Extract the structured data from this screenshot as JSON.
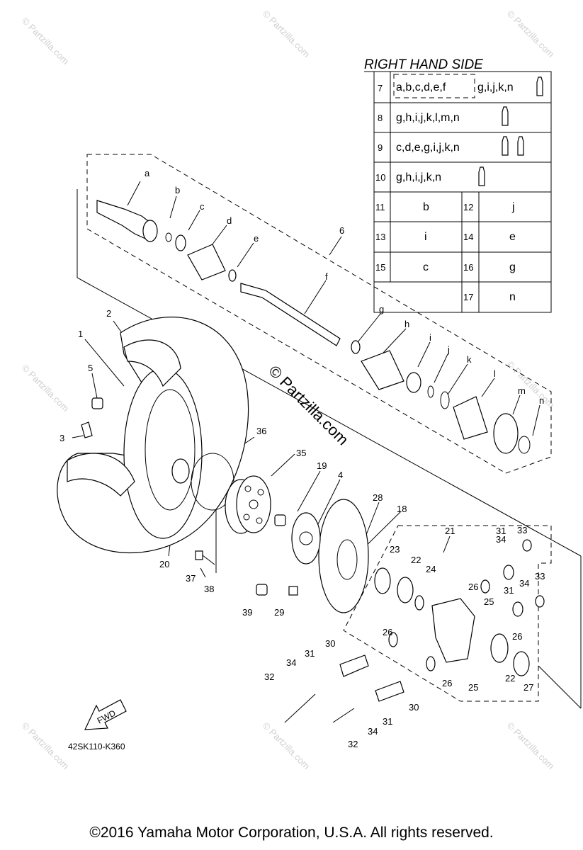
{
  "table": {
    "title": "RIGHT HAND SIDE",
    "rows": [
      {
        "num": "7",
        "text": "a,b,c,d,e,f",
        "text2": "g,i,j,k,n"
      },
      {
        "num": "8",
        "text": "g,h,i,j,k,l,m,n"
      },
      {
        "num": "9",
        "text": "c,d,e,g,i,j,k,n"
      },
      {
        "num": "10",
        "text": "g,h,i,j,k,n"
      },
      {
        "num": "11",
        "text": "b",
        "num2": "12",
        "text2": "j"
      },
      {
        "num": "13",
        "text": "i",
        "num2": "14",
        "text2": "e"
      },
      {
        "num": "15",
        "text": "c",
        "num2": "16",
        "text2": "g"
      },
      {
        "num2": "17",
        "text2": "n"
      }
    ]
  },
  "callouts": {
    "letters": [
      "a",
      "b",
      "c",
      "d",
      "e",
      "f",
      "g",
      "h",
      "i",
      "j",
      "k",
      "l",
      "m",
      "n"
    ],
    "numbers": [
      "1",
      "2",
      "3",
      "4",
      "5",
      "6",
      "18",
      "19",
      "20",
      "21",
      "22",
      "22",
      "23",
      "24",
      "25",
      "25",
      "26",
      "26",
      "26",
      "26",
      "27",
      "28",
      "29",
      "30",
      "30",
      "31",
      "31",
      "31",
      "31",
      "32",
      "32",
      "33",
      "33",
      "34",
      "34",
      "34",
      "34",
      "35",
      "36",
      "37",
      "38",
      "39"
    ]
  },
  "fwd_label": "FWD",
  "diagram_code": "42SK110-K360",
  "watermark": "© Partzilla.com",
  "copyright": "©2016  Yamaha Motor Corporation, U.S.A. All rights reserved."
}
